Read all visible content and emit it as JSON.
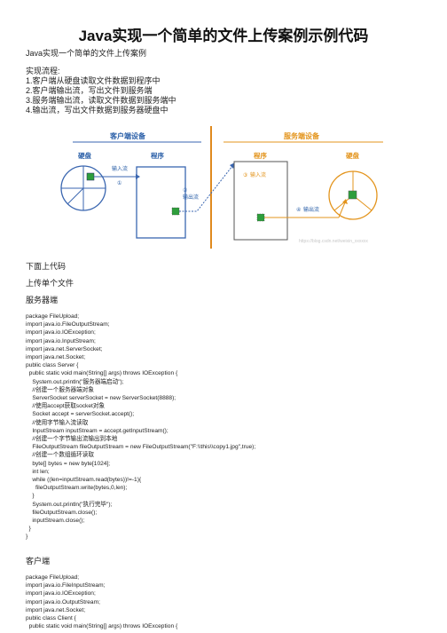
{
  "doc": {
    "title": "Java实现一个简单的文件上传案例示例代码",
    "intro": "Java实现一个简单的文件上传案例",
    "flow_heading": "实现流程:",
    "steps": [
      "1.客户端从硬盘读取文件数据到程序中",
      "2.客户端输出流，写出文件到服务端",
      "3.服务端输出流，读取文件数据到服务端中",
      "4.输出流，写出文件数据到服务器硬盘中"
    ],
    "code_heading": "下面上代码",
    "single_file": "上传单个文件",
    "server_label": "服务器端",
    "client_label": "客户端"
  },
  "diagram": {
    "client_title": "客户端设备",
    "server_title": "服务端设备",
    "client_disk": "硬盘",
    "client_program": "程序",
    "server_program": "程序",
    "server_disk": "硬盘",
    "input_stream_1": "输入流",
    "num_1": "①",
    "num_2": "②",
    "output_stream_2": "输出流",
    "num_3": "③",
    "input_stream_3": "输入流",
    "num_4": "④",
    "output_stream_4": "输出流",
    "watermark": "https://blog.csdn.net/weixin_xxxxxx"
  },
  "server_code": [
    "package FileUpload;",
    "import java.io.FileOutputStream;",
    "import java.io.IOException;",
    "import java.io.InputStream;",
    "import java.net.ServerSocket;",
    "import java.net.Socket;",
    "public class Server {",
    "  public static void main(String[] args) throws IOException {",
    "    System.out.println(\"服务器端启动\");",
    "    //创建一个服务器端对象",
    "    ServerSocket serverSocket = new ServerSocket(8888);",
    "    //使用accept获取socket对象",
    "    Socket accept = serverSocket.accept();",
    "    //使用字节输入流读取",
    "    InputStream inputStream = accept.getInputStream();",
    "    //创建一个字节输出流输出到本地",
    "    FileOutputStream fileOutputStream = new FileOutputStream(\"F:\\\\this\\\\copy1.jpg\",true);",
    "    //创建一个数组循环读取",
    "    byte[] bytes = new byte[1024];",
    "    int len;",
    "    while ((len=inputStream.read(bytes))!=-1){",
    "      fileOutputStream.write(bytes,0,len);",
    "    }",
    "    System.out.println(\"执行完毕\");",
    "    fileOutputStream.close();",
    "    inputStream.close();",
    "",
    "  }",
    "}"
  ],
  "client_code": [
    "package FileUpload;",
    "import java.io.FileInputStream;",
    "import java.io.IOException;",
    "import java.io.OutputStream;",
    "import java.net.Socket;",
    "public class Client {",
    "  public static void main(String[] args) throws IOException {"
  ]
}
